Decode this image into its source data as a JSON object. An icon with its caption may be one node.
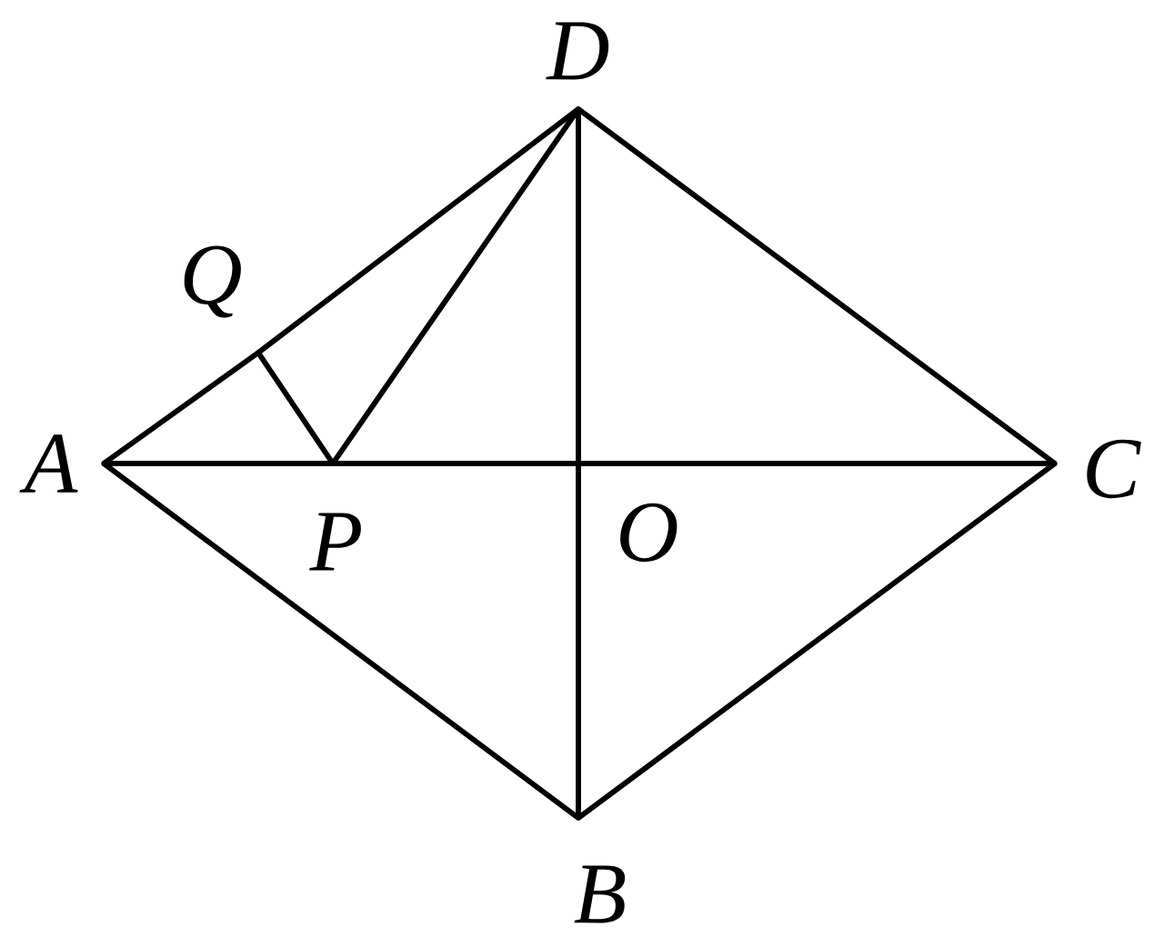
{
  "diagram": {
    "nodes": [
      {
        "text": [
          "D"
        ]
      },
      {
        "text": [
          "Q"
        ]
      },
      {
        "text": [
          "A"
        ]
      },
      {
        "text": [
          "P"
        ]
      },
      {
        "text": [
          "O"
        ]
      },
      {
        "text": [
          "C"
        ]
      },
      {
        "text": [
          "B"
        ]
      }
    ],
    "edges": [
      {
        "from": 2,
        "to": 1,
        "arrow": "none"
      },
      {
        "from": 1,
        "to": 0,
        "arrow": "none"
      },
      {
        "from": 0,
        "to": 5,
        "arrow": "none"
      },
      {
        "from": 5,
        "to": 6,
        "arrow": "none"
      },
      {
        "from": 6,
        "to": 2,
        "arrow": "none"
      },
      {
        "from": 2,
        "to": 3,
        "arrow": "none"
      },
      {
        "from": 3,
        "to": 4,
        "arrow": "none"
      },
      {
        "from": 4,
        "to": 5,
        "arrow": "none"
      },
      {
        "from": 0,
        "to": 4,
        "arrow": "none"
      },
      {
        "from": 4,
        "to": 6,
        "arrow": "none"
      },
      {
        "from": 3,
        "to": 1,
        "arrow": "none"
      },
      {
        "from": 3,
        "to": 0,
        "arrow": "none"
      }
    ]
  }
}
